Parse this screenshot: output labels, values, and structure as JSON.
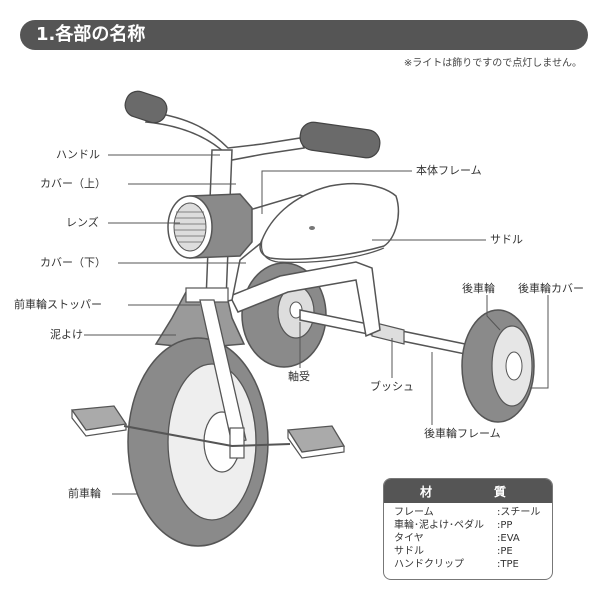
{
  "header": {
    "title": "1.各部の名称"
  },
  "note": "※ライトは飾りですので点灯しません。",
  "labels": {
    "handle": "ハンドル",
    "cover_top": "カバー（上）",
    "lens": "レンズ",
    "cover_bottom": "カバー（下）",
    "front_wheel_stopper": "前車輪ストッパー",
    "mudguard": "泥よけ",
    "front_wheel": "前車輪",
    "body_frame": "本体フレーム",
    "saddle": "サドル",
    "rear_wheel": "後車輪",
    "rear_wheel_cover": "後車輪カバー",
    "axle_bearing": "軸受",
    "bush": "ブッシュ",
    "rear_wheel_frame": "後車輪フレーム"
  },
  "materials": {
    "header_material": "材",
    "header_quality": "質",
    "rows": [
      {
        "part": "フレーム",
        "material": ":スチール"
      },
      {
        "part": "車輪･泥よけ･ペダル",
        "material": ":PP"
      },
      {
        "part": "タイヤ",
        "material": ":EVA"
      },
      {
        "part": "サドル",
        "material": ":PE"
      },
      {
        "part": "ハンドクリップ",
        "material": ":TPE"
      }
    ]
  },
  "colors": {
    "header_bg": "#555555",
    "line": "#555555",
    "tire": "#8a8a8a",
    "grip": "#6a6a6a"
  }
}
